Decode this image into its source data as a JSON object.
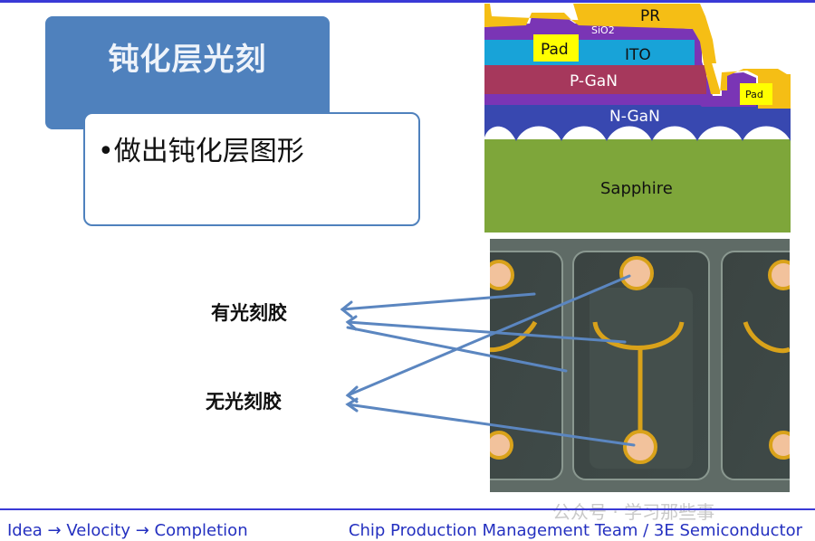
{
  "title": "钝化层光刻",
  "bullet": "•做出钝化层图形",
  "annotations": {
    "with_pr": "有光刻胶",
    "without_pr": "无光刻胶"
  },
  "cross_section": {
    "layers": {
      "pr": "PR",
      "sio2": "SiO2",
      "pad_top": "Pad",
      "ito": "ITO",
      "pgan": "P-GaN",
      "ngan": "N-GaN",
      "sapphire": "Sapphire",
      "pad_low": "Pad"
    },
    "colors": {
      "pr": "#f5be15",
      "sio2": "#7a35b5",
      "pad": "#ffff00",
      "ito": "#18a3d8",
      "pgan": "#a6385c",
      "mqw": "#ff0000",
      "ngan": "#3848b0",
      "sapphire": "#7ea63a"
    }
  },
  "footer": {
    "left": "Idea → Velocity → Completion",
    "right": "Chip Production Management Team / 3E Semiconductor"
  },
  "watermark": "公众号 · 学习那些事"
}
